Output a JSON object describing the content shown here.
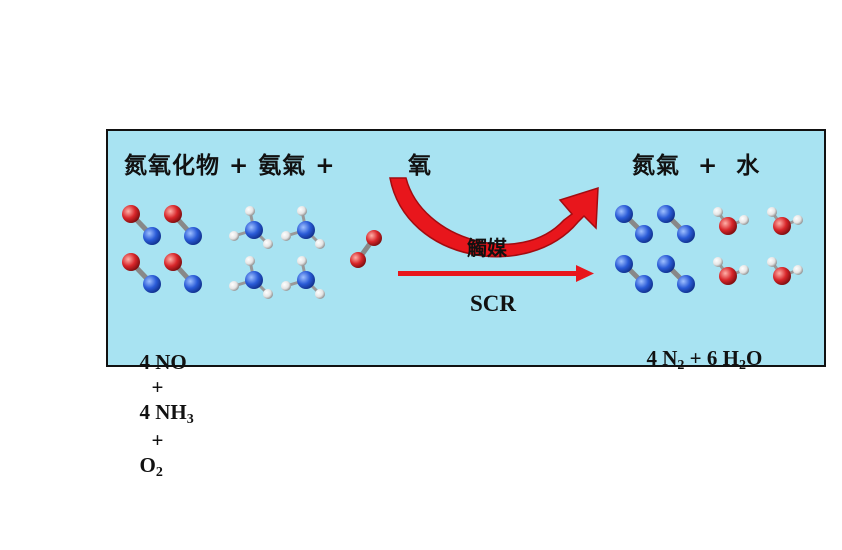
{
  "left": {
    "word_title": "氮氧化物 + 氨氣 + ",
    "word_oxygen": "氧",
    "eq": {
      "c1": "4 NO",
      "plus1": "+",
      "c2": "4 NH",
      "s2": "3",
      "plus2": "+",
      "c3": "O",
      "s3": "2"
    }
  },
  "right": {
    "word_title": "氮氣  +  水",
    "eq": {
      "c1": "4 N",
      "s1": "2",
      "plus1": " + 6 H",
      "s2": "2",
      "tail": "O"
    }
  },
  "arrow": {
    "catalyst": "觸媒",
    "process": "SCR"
  },
  "colors": {
    "panel_bg": "#a8e3f2",
    "nitrogen": "#2a5bd7",
    "oxygen": "#d8262a",
    "hydrogen": "#e8e8e8",
    "arrow": "#e8161c"
  }
}
